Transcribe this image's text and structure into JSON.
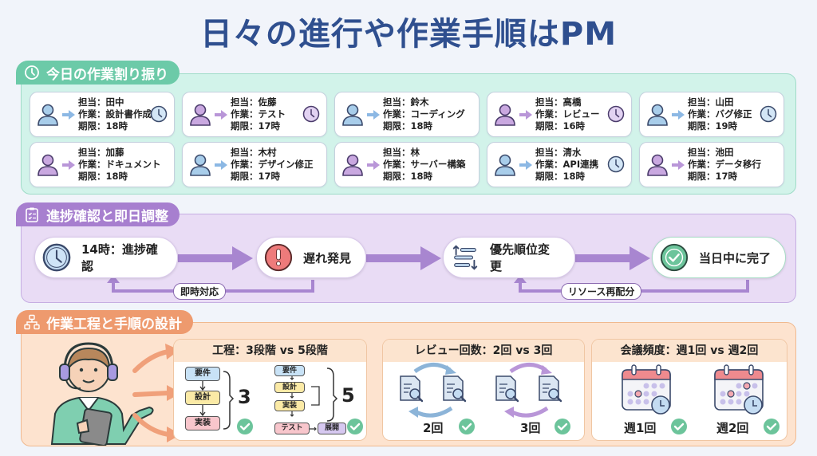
{
  "title": "日々の進行や作業手順はPM",
  "colors": {
    "title": "#2f4f8f",
    "section1_bg": "#d2f3ea",
    "section1_tab": "#6ccaa8",
    "section2_bg": "#e9dcf5",
    "section2_tab": "#a77fcf",
    "section3_bg": "#fde3cf",
    "section3_tab": "#ee9a6e",
    "blue_person": "#a8cdea",
    "purple_person": "#c9a8e0",
    "check_green": "#6cc49b",
    "alert_red": "#ee7b7b"
  },
  "section1": {
    "label": "今日の作業割り振り",
    "icon": "clock-icon",
    "assignments": [
      {
        "owner": "担当：田中",
        "task": "作業：設計書作成",
        "deadline": "期限：18時",
        "color": "blue",
        "clock": true
      },
      {
        "owner": "担当：佐藤",
        "task": "作業：テスト",
        "deadline": "期限：17時",
        "color": "purple",
        "clock": true
      },
      {
        "owner": "担当：鈴木",
        "task": "作業：コーディング",
        "deadline": "期限：18時",
        "color": "blue",
        "clock": false
      },
      {
        "owner": "担当：高橋",
        "task": "作業：レビュー",
        "deadline": "期限：16時",
        "color": "purple",
        "clock": true
      },
      {
        "owner": "担当：山田",
        "task": "作業：バグ修正",
        "deadline": "期限：19時",
        "color": "blue",
        "clock": true
      },
      {
        "owner": "担当：加藤",
        "task": "作業：ドキュメント",
        "deadline": "期限：18時",
        "color": "purple",
        "clock": false
      },
      {
        "owner": "担当：木村",
        "task": "作業：デザイン修正",
        "deadline": "期限：17時",
        "color": "blue",
        "clock": false
      },
      {
        "owner": "担当：林",
        "task": "作業：サーバー構築",
        "deadline": "期限：18時",
        "color": "purple",
        "clock": false
      },
      {
        "owner": "担当：清水",
        "task": "作業：API連携",
        "deadline": "期限：18時",
        "color": "blue",
        "clock": true
      },
      {
        "owner": "担当：池田",
        "task": "作業：データ移行",
        "deadline": "期限：17時",
        "color": "purple",
        "clock": false
      }
    ]
  },
  "section2": {
    "label": "進捗確認と即日調整",
    "icon": "clipboard-checklist-icon",
    "steps": [
      {
        "label": "14時：進捗確認",
        "icon": "clock-icon"
      },
      {
        "label": "遅れ発見",
        "icon": "alert-icon"
      },
      {
        "label": "優先順位変更",
        "icon": "sort-priority-icon"
      },
      {
        "label": "当日中に完了",
        "icon": "check-circle-icon"
      }
    ],
    "loops": [
      {
        "label": "即時対応",
        "from": "遅れ発見",
        "to": "14時：進捗確認"
      },
      {
        "label": "リソース再配分",
        "from": "当日中に完了",
        "to": "優先順位変更"
      }
    ]
  },
  "section3": {
    "label": "作業工程と手順の設計",
    "icon": "hierarchy-icon",
    "panels": [
      {
        "title": "工程：3段階 vs 5段階",
        "three_steps": [
          "要件",
          "設計",
          "実装"
        ],
        "three_count": "3",
        "five_steps": [
          "要件",
          "設計",
          "実装",
          "テスト",
          "展開"
        ],
        "five_count": "5"
      },
      {
        "title": "レビュー回数：2回 vs 3回",
        "options": [
          "2回",
          "3回"
        ]
      },
      {
        "title": "会議頻度：週1回 vs 週2回",
        "options": [
          "週1回",
          "週2回"
        ]
      }
    ]
  }
}
